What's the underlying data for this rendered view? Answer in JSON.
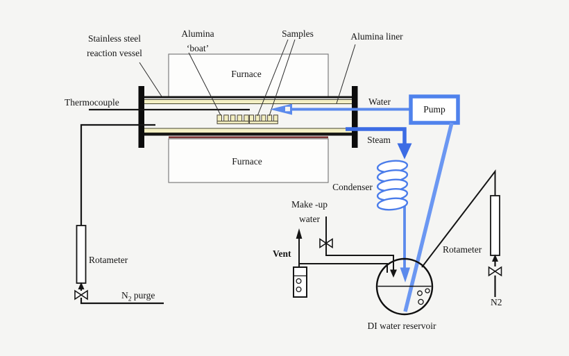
{
  "figure": {
    "description_labels": {
      "stainless_steel": {
        "line1": "Stainless steel",
        "line2": "reaction vessel"
      },
      "alumina_boat": {
        "line1": "Alumina",
        "line2": "‘boat’"
      },
      "samples": "Samples",
      "alumina_liner": "Alumina liner",
      "furnace_top": "Furnace",
      "furnace_bottom": "Furnace",
      "thermocouple": "Thermocouple",
      "water": "Water",
      "pump": "Pump",
      "steam": "Steam",
      "condenser": "Condenser",
      "makeup": {
        "line1": "Make -up",
        "line2": "water"
      },
      "vent": "Vent",
      "rotameter_left": "Rotameter",
      "n2_purge": {
        "symbol": "N",
        "subscript": "2",
        "rest": " purge"
      },
      "rotameter_right": "Rotameter",
      "n2_right": "N2",
      "di_reservoir": "DI water reservoir"
    },
    "colors": {
      "background": "#f5f5f3",
      "line_black": "#151515",
      "water_blue": "#5b8aec",
      "steam_blue": "#3c6ce4",
      "pump_border_blue": "#4f82ec",
      "coil_blue": "#4a7cea",
      "suction_blue": "#6b97f2",
      "liner_yellow": "#f4f0c4",
      "boat_yellow": "#f2eec0",
      "heater_maroon": "#7a3434",
      "furnace_fill": "#fdfdfc"
    }
  }
}
